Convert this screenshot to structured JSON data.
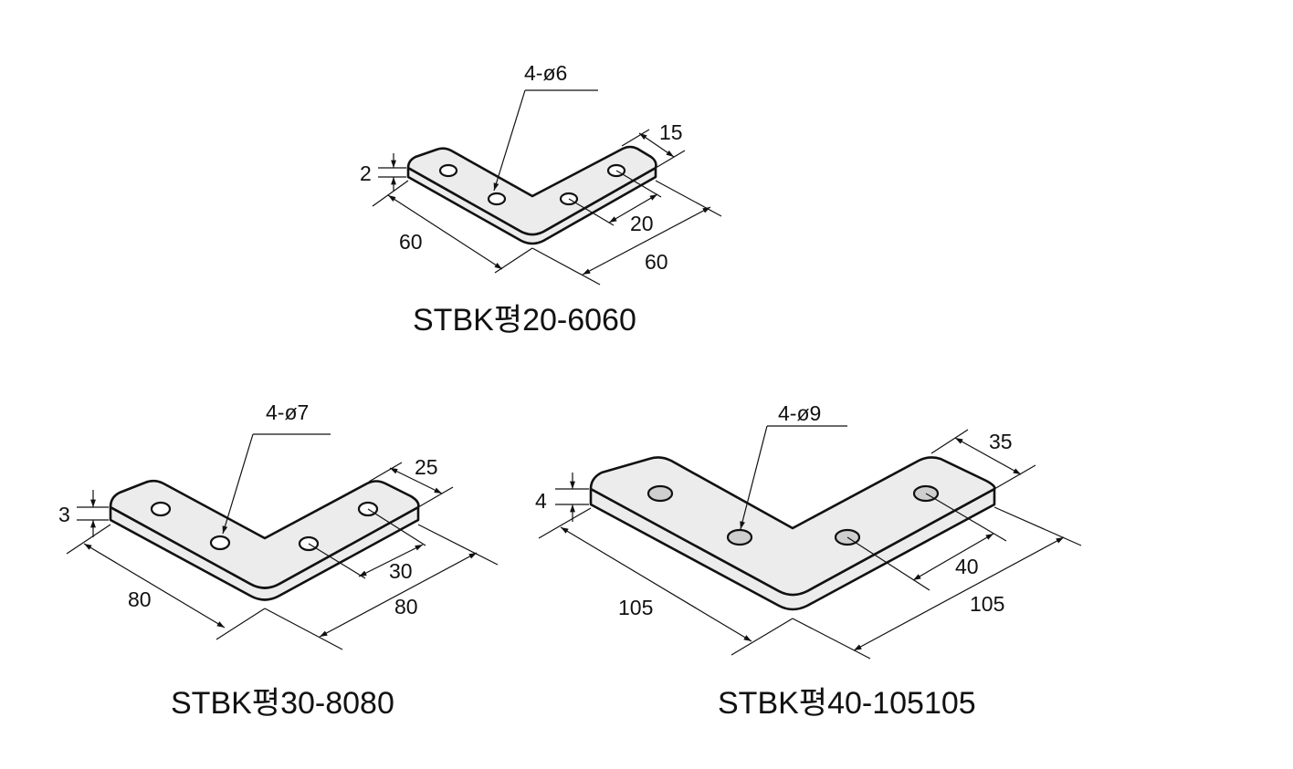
{
  "brackets": [
    {
      "model": "STBK평20-6060",
      "hole_spec": "4-ø6",
      "thickness": "2",
      "width": "15",
      "leg_left": "60",
      "leg_right": "60",
      "hole_pitch": "20"
    },
    {
      "model": "STBK평30-8080",
      "hole_spec": "4-ø7",
      "thickness": "3",
      "width": "25",
      "leg_left": "80",
      "leg_right": "80",
      "hole_pitch": "30"
    },
    {
      "model": "STBK평40-105105",
      "hole_spec": "4-ø9",
      "thickness": "4",
      "width": "35",
      "leg_left": "105",
      "leg_right": "105",
      "hole_pitch": "40"
    }
  ]
}
